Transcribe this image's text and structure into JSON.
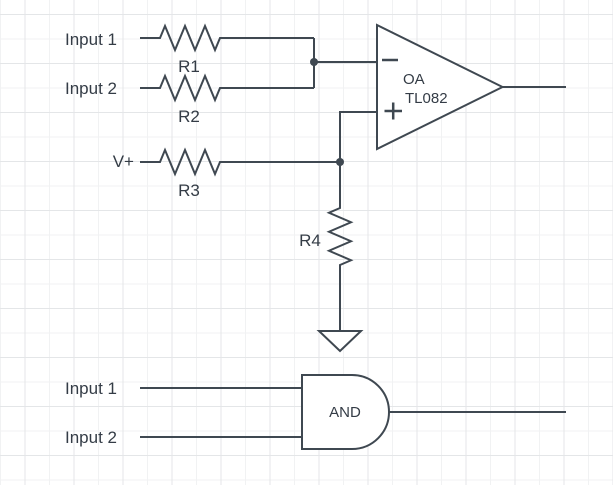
{
  "colors": {
    "wire": "#3F4851",
    "label": "#343C46",
    "grid_minor": "#f1f2f3",
    "grid_major": "#e4e6e8",
    "canvas": "#ffffff"
  },
  "comparator_section": {
    "input1_label": "Input 1",
    "input2_label": "Input 2",
    "supply_label": "V+",
    "r1_label": "R1",
    "r2_label": "R2",
    "r3_label": "R3",
    "r4_label": "R4",
    "opamp": {
      "label": "OA",
      "part": "TL082",
      "inverting_input_icon": "minus-icon",
      "noninverting_input_icon": "plus-icon"
    },
    "ground_icon": "ground-icon"
  },
  "gate_section": {
    "input1_label": "Input 1",
    "input2_label": "Input 2",
    "gate_label": "AND"
  }
}
